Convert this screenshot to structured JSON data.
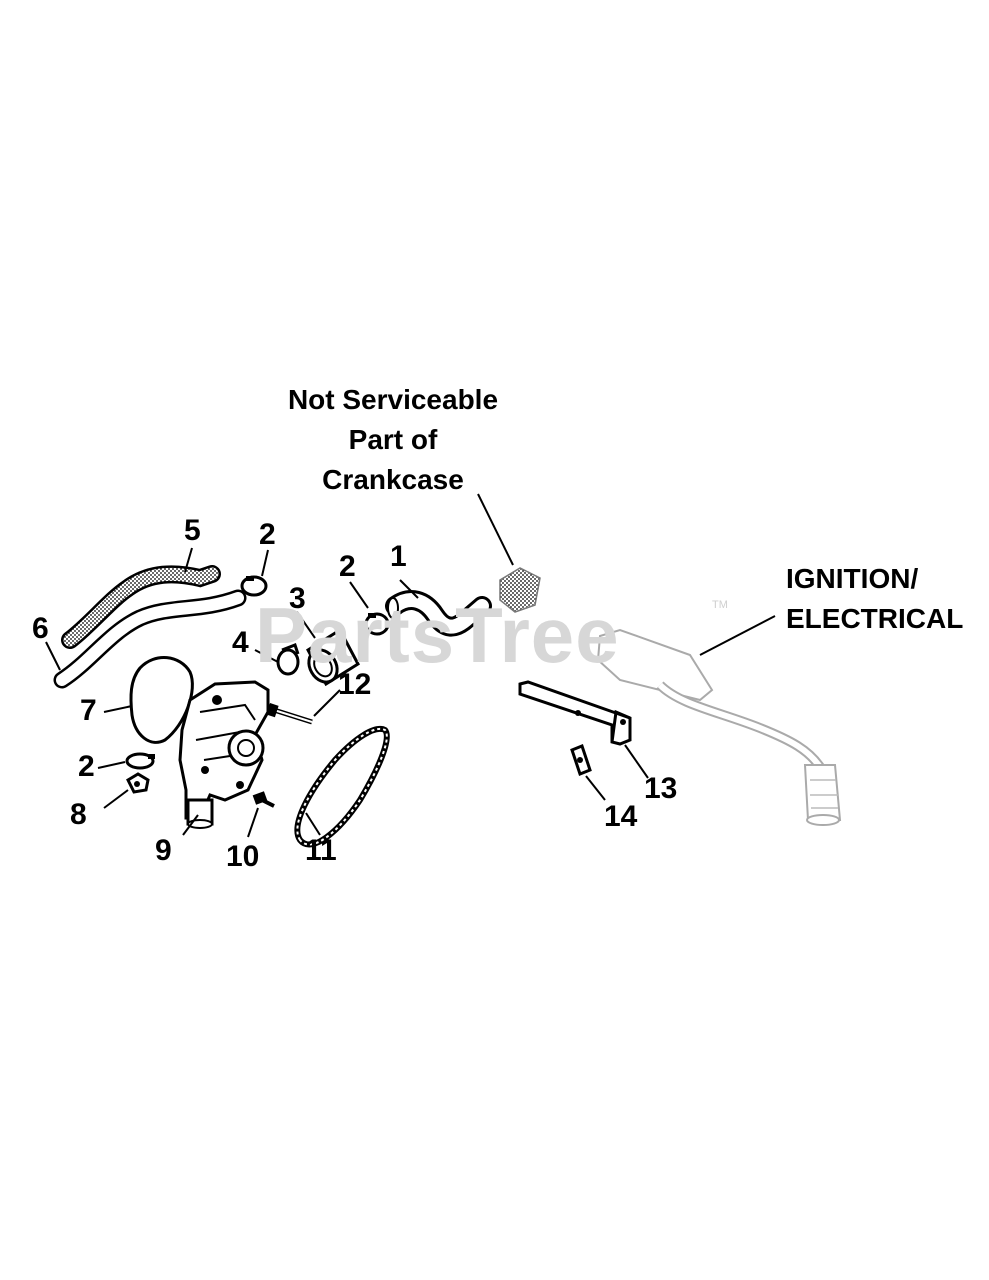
{
  "callouts": {
    "crankcase": {
      "line1": "Not Serviceable",
      "line2": "Part of",
      "line3": "Crankcase"
    },
    "ignition": {
      "line1": "IGNITION/",
      "line2": "ELECTRICAL"
    }
  },
  "watermark": {
    "text": "PartsTree",
    "tm": "TM"
  },
  "parts": {
    "p1": "1",
    "p2a": "2",
    "p2b": "2",
    "p2c": "2",
    "p3": "3",
    "p4": "4",
    "p5": "5",
    "p6": "6",
    "p7": "7",
    "p8": "8",
    "p9": "9",
    "p10": "10",
    "p11": "11",
    "p12": "12",
    "p13": "13",
    "p14": "14"
  }
}
